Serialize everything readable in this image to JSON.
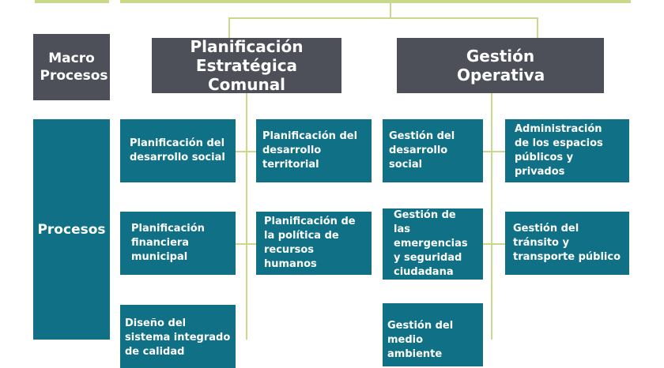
{
  "side_labels": {
    "macro": "Macro Procesos",
    "procesos": "Procesos"
  },
  "macro_processes": [
    {
      "label": "Planificación Estratégica Comunal"
    },
    {
      "label": "Gestión Operativa"
    }
  ],
  "processes": {
    "planificacion": [
      "Planificación del desarrollo social",
      "Planificación del desarrollo territorial",
      "Planificación financiera municipal",
      "Planificación de la política de recursos humanos",
      "Diseño del sistema integrado de calidad"
    ],
    "gestion": [
      "Gestión del desarrollo social",
      "Administración de los espacios públicos y privados",
      "Gestión de las emergencias y seguridad ciudadana",
      "Gestión del tránsito y transporte público",
      "Gestión del medio ambiente"
    ]
  },
  "colors": {
    "dark_gray": "#4e5059",
    "teal": "#0f7086",
    "green_line": "#c9d98a"
  }
}
